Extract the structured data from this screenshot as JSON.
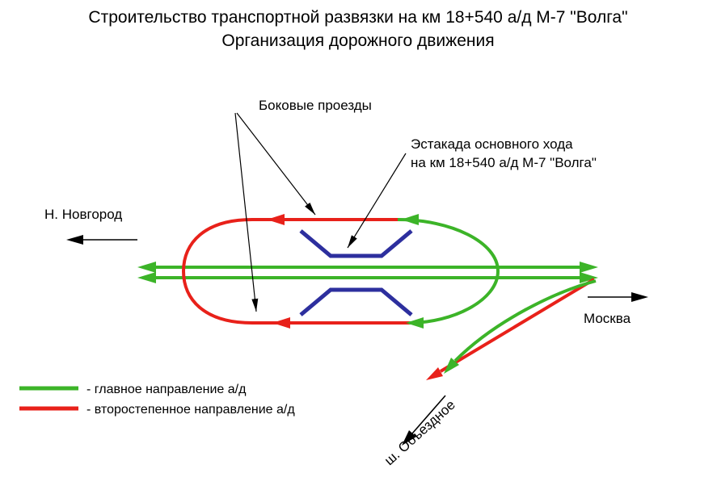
{
  "title": {
    "line1": "Строительство транспортной развязки на км 18+540 а/д М-7 \"Волга\"",
    "line2": "Организация дорожного движения"
  },
  "callouts": {
    "side_roads": "Боковые проезды",
    "overpass_line1": "Эстакада основного хода",
    "overpass_line2": "на км 18+540 а/д М-7 \"Волга\""
  },
  "directions": {
    "west": "Н. Новгород",
    "east": "Москва",
    "south": "ш. Объездное"
  },
  "legend": {
    "items": [
      {
        "label": "- главное направление а/д",
        "color": "#3cb428"
      },
      {
        "label": "- второстепенное направление а/д",
        "color": "#e8211a"
      }
    ]
  },
  "colors": {
    "main_road_green": "#3cb428",
    "secondary_road_red": "#e8211a",
    "overpass_blue": "#2d2f9e",
    "annotation_black": "#000000",
    "background": "#ffffff"
  }
}
